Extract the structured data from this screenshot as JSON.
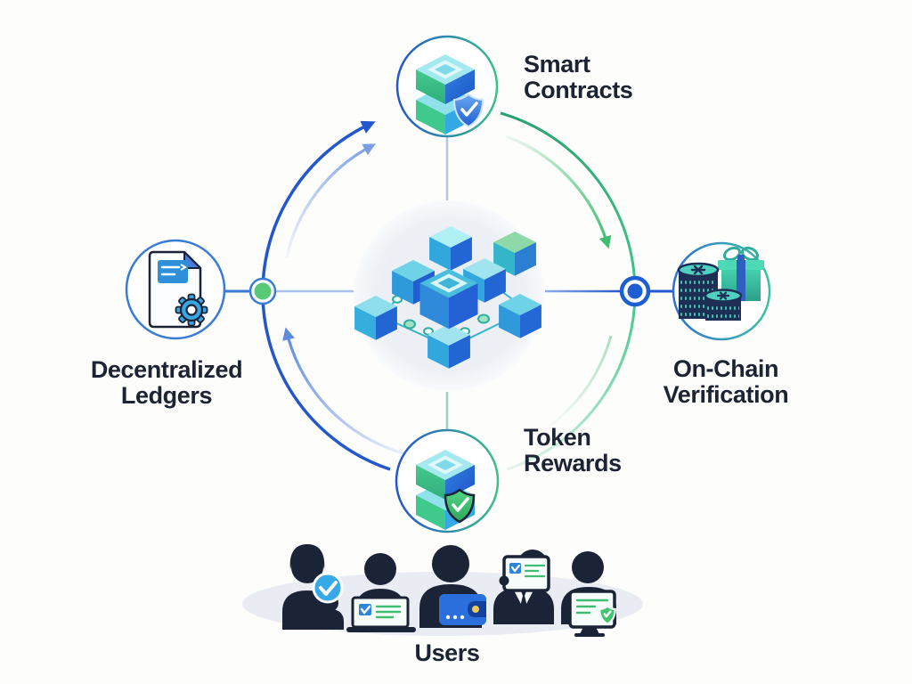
{
  "page": {
    "background": "#fdfdfc",
    "text_color": "#1c2433"
  },
  "nodes": {
    "smart_contracts": {
      "line1": "Smart",
      "line2": "Contracts",
      "icon": "stacked-blocks-shield-check-icon"
    },
    "on_chain_verification": {
      "line1": "On-Chain",
      "line2": "Verification",
      "icon": "coin-stack-gift-icon"
    },
    "token_rewards": {
      "line1": "Token",
      "line2": "Rewards",
      "icon": "stacked-blocks-shield-check-icon"
    },
    "decentralized_ledgers": {
      "line1": "Decentralized",
      "line2": "Ledgers",
      "icon": "ledger-document-gear-icon"
    }
  },
  "center": {
    "icon": "blockchain-cube-network-icon"
  },
  "users": {
    "label": "Users",
    "icon": "user-group-icon",
    "figures": [
      "verified-person",
      "laptop-person",
      "wallet-person",
      "tablet-person",
      "monitor-person"
    ]
  },
  "flow": {
    "arrows": [
      {
        "from": "decentralized_ledgers",
        "to": "smart_contracts",
        "color": "#2456cc"
      },
      {
        "from": "smart_contracts",
        "to": "on_chain_verification",
        "color": "#3fbd72"
      },
      {
        "from": "on_chain_verification",
        "to": "token_rewards",
        "color": "#3fc48a"
      },
      {
        "from": "token_rewards",
        "to": "decentralized_ledgers",
        "color": "#2456cc"
      }
    ]
  },
  "colors": {
    "blue": "#2456cc",
    "green": "#3fbd72",
    "teal": "#2fae7e",
    "navy": "#1b2336",
    "cyan": "#49c0dd",
    "dot_green": "#58c979",
    "dot_blue": "#1d5ed3"
  }
}
